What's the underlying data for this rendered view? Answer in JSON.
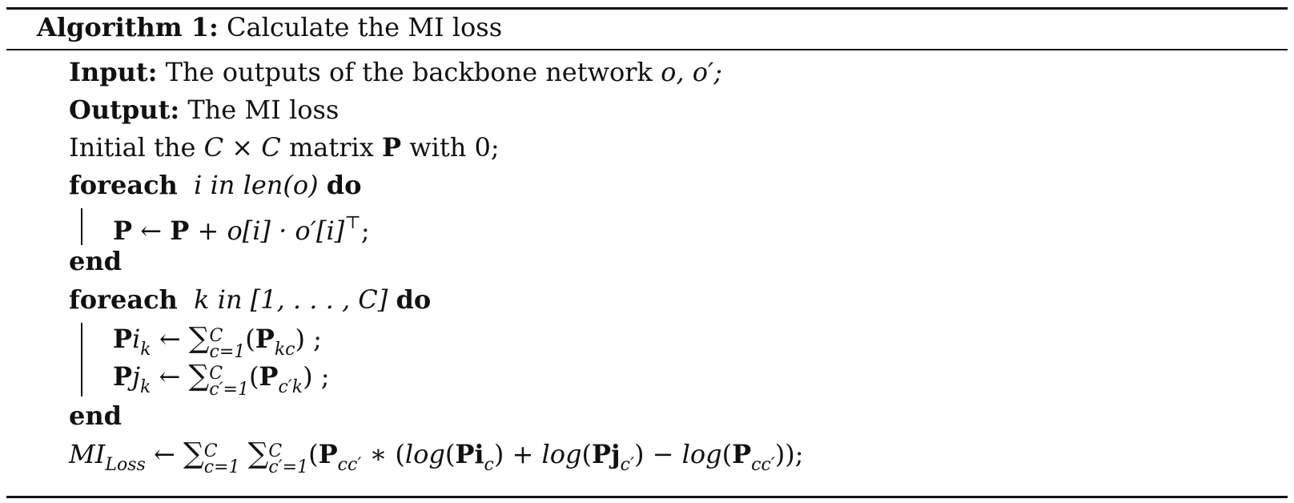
{
  "algorithm": {
    "label": "Algorithm 1:",
    "title": "Calculate the MI loss"
  },
  "input": {
    "label": "Input:",
    "text": "The outputs of the backbone network",
    "math": "o, o′;"
  },
  "output": {
    "label": "Output:",
    "text": "The MI loss"
  },
  "init": {
    "text_before": "Initial the ",
    "dims": "C × C",
    "text_mid": " matrix ",
    "matrix": "P",
    "text_after": " with 0;"
  },
  "loop1": {
    "keyword": "foreach",
    "condition": "i in len(o)",
    "do": "do",
    "body": {
      "lhs": "P",
      "arrow": "←",
      "rhs_p": "P",
      "rhs_rest": "+ o[i] · o′[i]",
      "transpose": "⊤",
      "end_char": ";"
    },
    "end": "end"
  },
  "loop2": {
    "keyword": "foreach",
    "condition_var": "k in",
    "condition_range": "[1, . . . , C]",
    "do": "do",
    "line1": {
      "lhs_p": "P",
      "lhs_var": "i",
      "lhs_sub": "k",
      "arrow": "←",
      "sum": "∑",
      "sum_sup": "C",
      "sum_sub": "c=1",
      "open": "(",
      "p": "P",
      "p_sub": "kc",
      "close": ") ;"
    },
    "line2": {
      "lhs_p": "P",
      "lhs_var": "j",
      "lhs_sub": "k",
      "arrow": "←",
      "sum": "∑",
      "sum_sup": "C",
      "sum_sub": "c′=1",
      "open": "(",
      "p": "P",
      "p_sub": "c′k",
      "close": ") ;"
    },
    "end": "end"
  },
  "final": {
    "lhs": "MI",
    "lhs_sub": "Loss",
    "arrow": "←",
    "sum1": "∑",
    "sum1_sup": "C",
    "sum1_sub": "c=1",
    "sum2": "∑",
    "sum2_sup": "C",
    "sum2_sub": "c′=1",
    "open": "(",
    "p1": "P",
    "p1_sub": "cc′",
    "op1": " ∗ (",
    "log1": "log",
    "pi": "Pi",
    "pi_sub": "c",
    "plus": ") + ",
    "log2": "log",
    "pj": "Pj",
    "pj_sub": "c′",
    "minus": ") − ",
    "log3": "log",
    "p3": "P",
    "p3_sub": "cc′",
    "close": "));"
  }
}
